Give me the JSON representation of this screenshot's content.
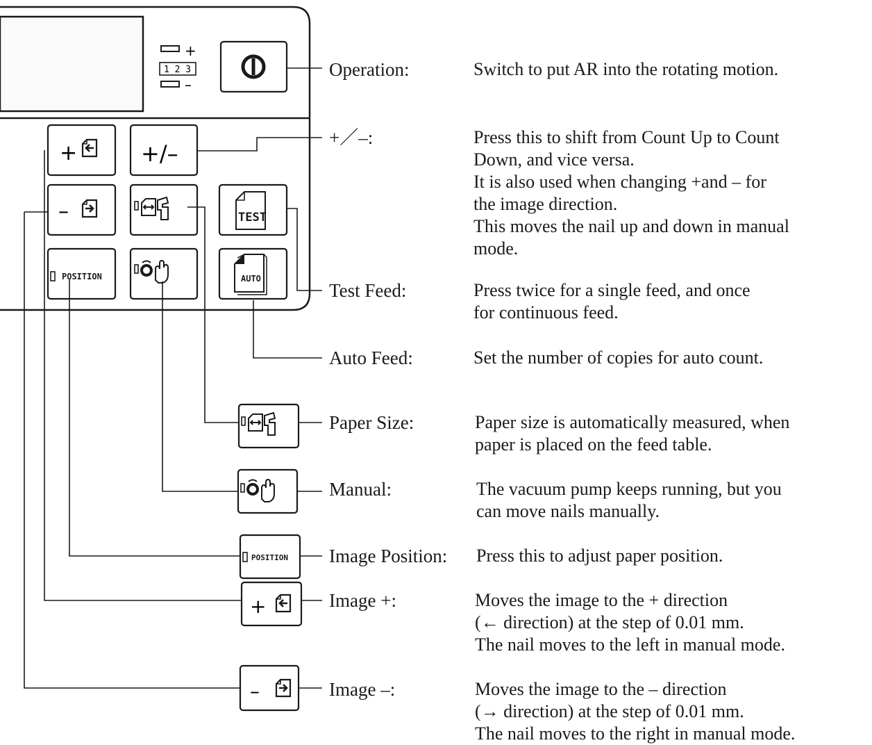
{
  "panel": {
    "counter_labels": [
      "+",
      "1 2 3",
      "–"
    ],
    "buttons": {
      "image_plus": "+",
      "plus_minus": "+/–",
      "image_minus": "–",
      "test": "TEST",
      "position": "POSITION",
      "auto": "AUTO"
    }
  },
  "callouts": [
    {
      "term": "Operation:",
      "desc": "Switch to put AR into the rotating motion."
    },
    {
      "term": "+／–:",
      "desc": "Press this to shift from Count Up to Count\nDown, and vice versa.\nIt is also used when changing +and – for\nthe image direction.\nThis moves the nail up and down in manual\nmode."
    },
    {
      "term": "Test Feed:",
      "desc": "Press twice for a single feed, and once\nfor continuous feed."
    },
    {
      "term": "Auto Feed:",
      "desc": "Set the number of copies for auto count."
    },
    {
      "term": "Paper Size:",
      "desc": "Paper size is automatically measured, when\npaper is placed on the feed table."
    },
    {
      "term": "Manual:",
      "desc": "The vacuum pump keeps running, but you\ncan move nails manually."
    },
    {
      "term": "Image Position:",
      "desc": "Press this to adjust paper position."
    },
    {
      "term": "Image +:",
      "desc": "Moves the image to the + direction\n(← direction) at the step of 0.01 mm.\nThe nail moves to the left in manual mode."
    },
    {
      "term": "Image –:",
      "desc": "Moves the image to the – direction\n(→ direction) at the step of 0.01 mm.\nThe nail moves to the right in manual mode."
    }
  ],
  "icons": {
    "operation": "power-icon",
    "paper_size": "paper-size-icon",
    "manual": "manual-hand-icon",
    "image_arrow_left": "arrow-left-page-icon",
    "image_arrow_right": "arrow-right-page-icon",
    "test": "test-page-icon",
    "auto": "auto-page-icon"
  }
}
